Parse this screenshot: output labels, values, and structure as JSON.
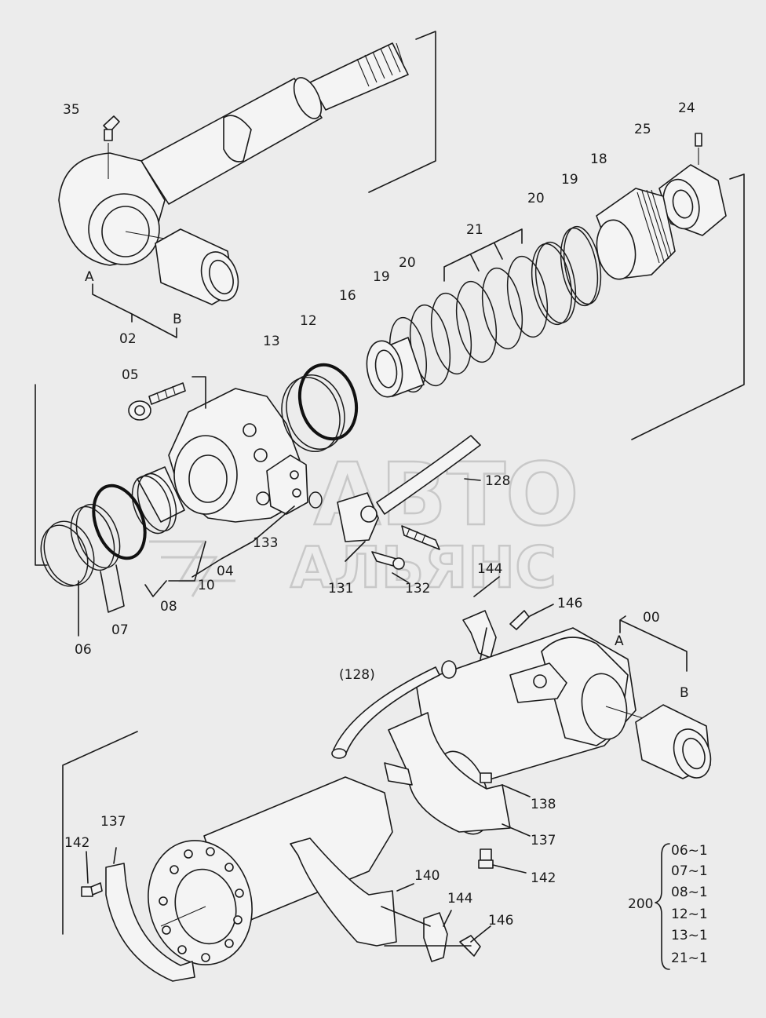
{
  "watermark": {
    "line1": "АВТО",
    "line2": "АЛЬЯНС"
  },
  "labels": {
    "p35": "35",
    "pA_top": "A",
    "pB_top": "B",
    "p02": "02",
    "p24": "24",
    "p25": "25",
    "p18": "18",
    "p19a": "19",
    "p20a": "20",
    "p21": "21",
    "p20b": "20",
    "p19b": "19",
    "p16": "16",
    "p12": "12",
    "p13": "13",
    "p05": "05",
    "p128": "128",
    "p133": "133",
    "p04": "04",
    "p10": "10",
    "p08": "08",
    "p07": "07",
    "p06": "06",
    "p131": "131",
    "p132": "132",
    "p144a": "144",
    "p146a": "146",
    "p00": "00",
    "pA_bot": "A",
    "pB_bot": "B",
    "p128b": "(128)",
    "p138": "138",
    "p137a": "137",
    "p142a": "142",
    "p137b": "137",
    "p142b": "142",
    "p140": "140",
    "p144b": "144",
    "p146b": "146"
  },
  "kit": {
    "number": "200",
    "items": [
      "06~1",
      "07~1",
      "08~1",
      "12~1",
      "13~1",
      "21~1"
    ]
  }
}
